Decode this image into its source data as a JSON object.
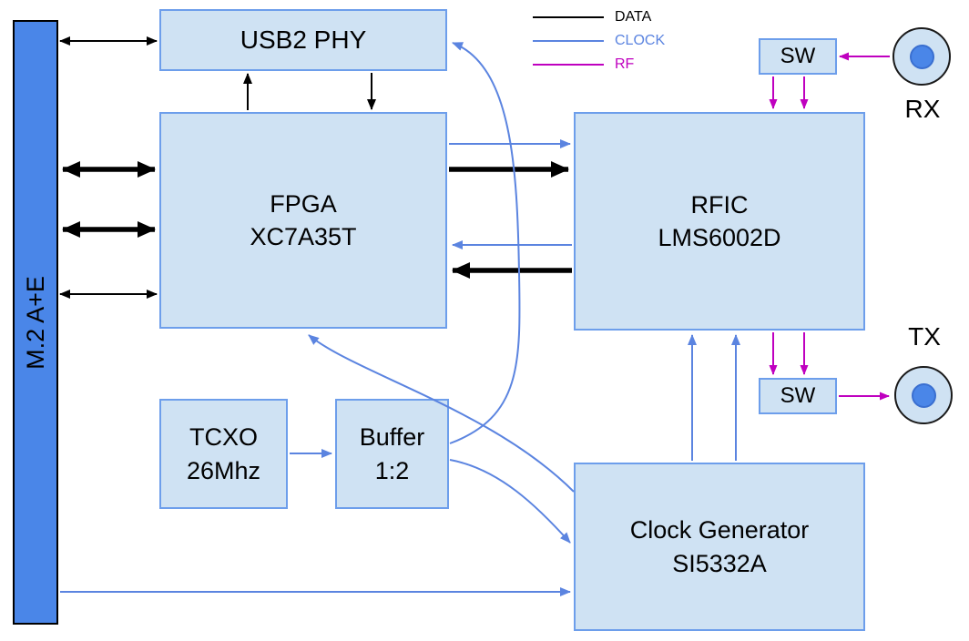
{
  "legend": {
    "items": [
      {
        "id": "data",
        "label": "DATA",
        "color": "#000000"
      },
      {
        "id": "clock",
        "label": "CLOCK",
        "color": "#5b84e0"
      },
      {
        "id": "rf",
        "label": "RF",
        "color": "#bf00bf"
      }
    ]
  },
  "blocks": {
    "m2_connector": {
      "label": "M.2 A+E"
    },
    "usb2_phy": {
      "label": "USB2 PHY"
    },
    "fpga": {
      "name": "FPGA",
      "part": "XC7A35T"
    },
    "rfic": {
      "name": "RFIC",
      "part": "LMS6002D"
    },
    "tcxo": {
      "name": "TCXO",
      "part": "26Mhz"
    },
    "buffer": {
      "name": "Buffer",
      "part": "1:2"
    },
    "clock_generator": {
      "name": "Clock Generator",
      "part": "SI5332A"
    },
    "rx_switch": {
      "label": "SW"
    },
    "tx_switch": {
      "label": "SW"
    },
    "rx_antenna": {
      "label": "RX"
    },
    "tx_antenna": {
      "label": "TX"
    }
  },
  "colors": {
    "block_fill": "#cfe2f3",
    "block_border": "#6d9eeb",
    "connector_fill": "#4a86e8",
    "data_line": "#000000",
    "clock_line": "#5b84e0",
    "rf_line": "#bf00bf"
  }
}
